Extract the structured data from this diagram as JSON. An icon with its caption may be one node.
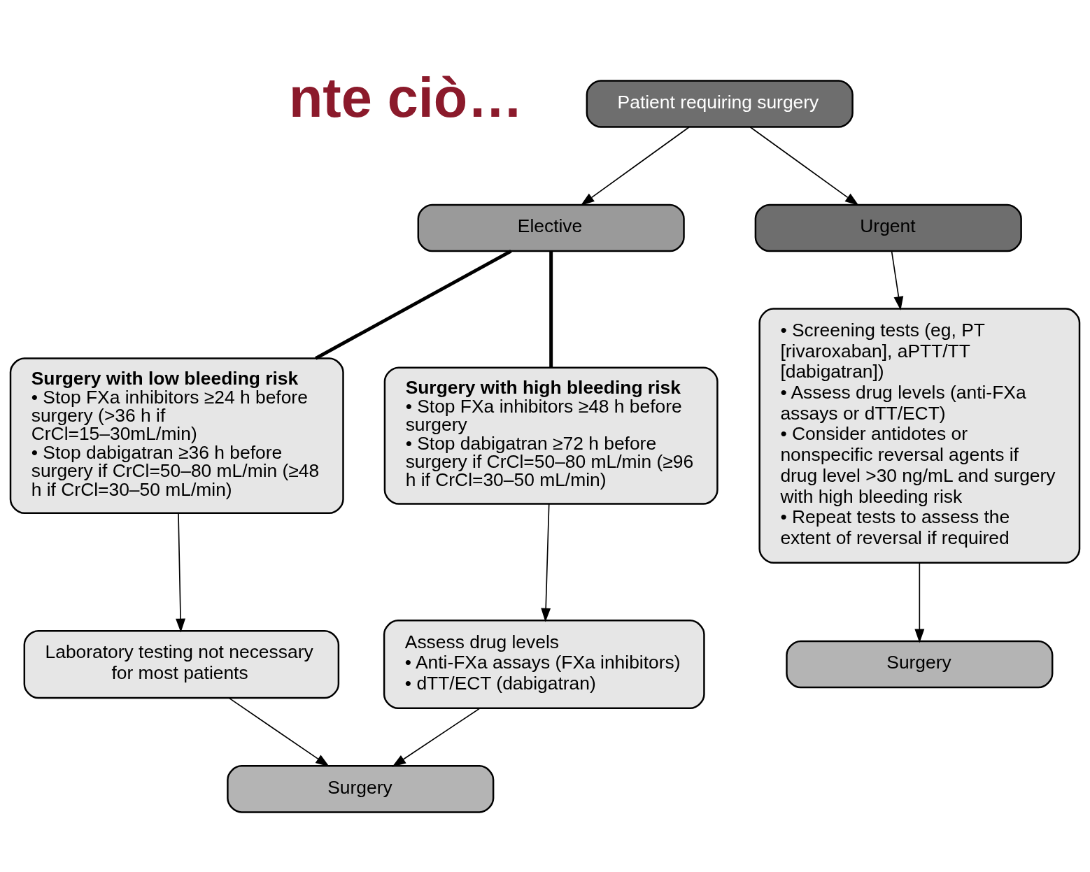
{
  "diagram": {
    "nodes": [
      {
        "text": [
          "Patient requiring surgery"
        ]
      },
      {
        "text": [
          "Elective"
        ]
      },
      {
        "text": [
          "Urgent"
        ]
      },
      {
        "text": [
          "Surgery with low bleeding risk",
          "• Stop FXa inhibitors ≥24 h before surgery (>36 h if CrCl=15–30mL/min)",
          "• Stop dabigatran ≥36 h before surgery if CrCl=50–80 mL/min (≥48 h if CrCl=30–50 mL/min)"
        ]
      },
      {
        "text": [
          "Surgery with high bleeding risk",
          "• Stop FXa inhibitors ≥48 h before surgery",
          "• Stop dabigatran ≥72 h before surgery if CrCl=50–80 mL/min (≥96 h if CrCl=30–50 mL/min)"
        ]
      },
      {
        "text": [
          "• Screening tests (eg, PT [rivaroxaban], aPTT/TT [dabigatran])",
          "• Assess drug levels (anti-FXa assays or dTT/ECT)",
          "• Consider antidotes or nonspecific reversal agents if drug level >30 ng/mL and surgery with high bleeding risk",
          "• Repeat tests to assess the extent of reversal if required"
        ]
      },
      {
        "text": [
          "Laboratory testing not necessary for most patients"
        ]
      },
      {
        "text": [
          "Assess drug levels",
          "• Anti-FXa assays (FXa inhibitors)",
          "• dTT/ECT (dabigatran)"
        ]
      },
      {
        "text": [
          "Surgery"
        ]
      },
      {
        "text": [
          "Surgery"
        ]
      }
    ],
    "edges": [
      {
        "from": 0,
        "to": 1,
        "arrow": "to"
      },
      {
        "from": 0,
        "to": 2,
        "arrow": "to"
      },
      {
        "from": 1,
        "to": 3,
        "arrow": "none",
        "style": "thick"
      },
      {
        "from": 1,
        "to": 4,
        "arrow": "none",
        "style": "thick"
      },
      {
        "from": 2,
        "to": 5,
        "arrow": "to"
      },
      {
        "from": 3,
        "to": 6,
        "arrow": "to"
      },
      {
        "from": 4,
        "to": 7,
        "arrow": "to"
      },
      {
        "from": 6,
        "to": 8,
        "arrow": "to"
      },
      {
        "from": 7,
        "to": 8,
        "arrow": "to"
      },
      {
        "from": 5,
        "to": 9,
        "arrow": "to"
      }
    ],
    "labels": [
      "nte ciò…"
    ]
  }
}
